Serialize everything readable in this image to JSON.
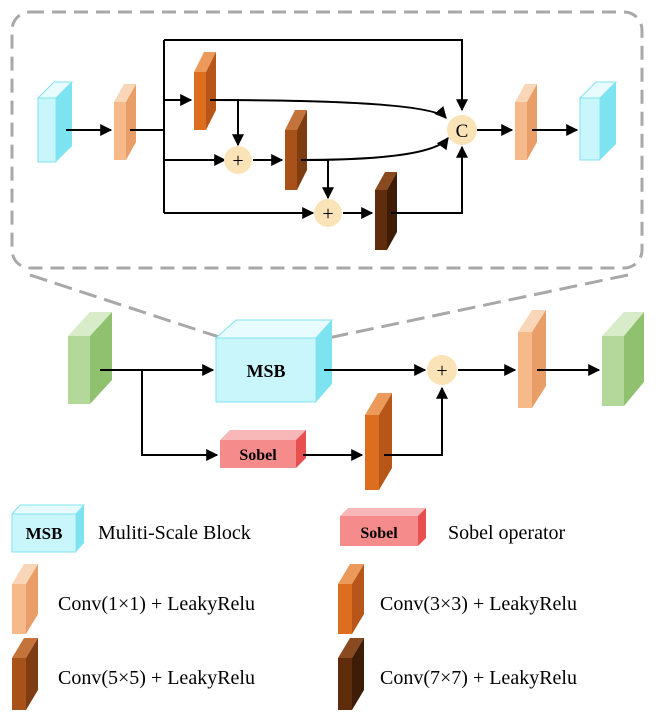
{
  "colors": {
    "cyan": "#c9f6fb",
    "cyan_side": "#7ee3f0",
    "green": "#b3d89a",
    "green_side": "#8fc16e",
    "conv1": "#f5b98a",
    "conv3": "#de6e1f",
    "conv5": "#a8521a",
    "conv7": "#5f2c0c",
    "sobel": "#f58b8b",
    "sobel_side": "#e85050",
    "circle": "#fbe3b8",
    "dash": "#a8a8a8"
  },
  "msb_detail": {
    "concat_symbol": "C",
    "add_symbol": "+"
  },
  "main": {
    "msb_label": "MSB",
    "sobel_label": "Sobel",
    "add_symbol": "+"
  },
  "legend": {
    "msb_box": "MSB",
    "msb_desc": "Muliti-Scale Block",
    "sobel_box": "Sobel",
    "sobel_desc": "Sobel operator",
    "conv1_desc": "Conv(1×1) + LeakyRelu",
    "conv3_desc": "Conv(3×3) + LeakyRelu",
    "conv5_desc": "Conv(5×5) + LeakyRelu",
    "conv7_desc": "Conv(7×7) + LeakyRelu"
  }
}
